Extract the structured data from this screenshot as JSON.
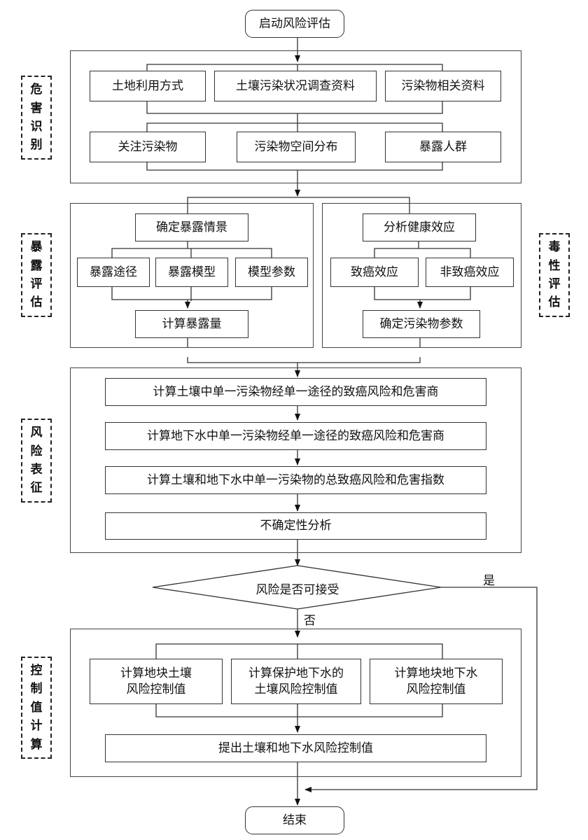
{
  "terminals": {
    "start": "启动风险评估",
    "end": "结束"
  },
  "hazard": {
    "stage_label": "危\n害\n识\n别",
    "inputs": [
      "土地利用方式",
      "土壤污染状况调查资料",
      "污染物相关资料"
    ],
    "outputs": [
      "关注污染物",
      "污染物空间分布",
      "暴露人群"
    ]
  },
  "exposure": {
    "stage_label": "暴\n露\n评\n估",
    "scenario": "确定暴露情景",
    "items": [
      "暴露途径",
      "暴露模型",
      "模型参数"
    ],
    "result": "计算暴露量"
  },
  "toxicity": {
    "stage_label": "毒\n性\n评\n估",
    "analysis": "分析健康效应",
    "items": [
      "致癌效应",
      "非致癌效应"
    ],
    "result": "确定污染物参数"
  },
  "risk": {
    "stage_label": "风\n险\n表\n征",
    "steps": [
      "计算土壤中单一污染物经单一途径的致癌风险和危害商",
      "计算地下水中单一污染物经单一途径的致癌风险和危害商",
      "计算土壤和地下水中单一污染物的总致癌风险和危害指数",
      "不确定性分析"
    ]
  },
  "decision": {
    "question": "风险是否可接受",
    "yes": "是",
    "no": "否"
  },
  "control": {
    "stage_label": "控\n制\n值\n计\n算",
    "items": [
      "计算地块土壤\n风险控制值",
      "计算保护地下水的\n土壤风险控制值",
      "计算地块地下水\n风险控制值"
    ],
    "result": "提出土壤和地下水风险控制值"
  }
}
